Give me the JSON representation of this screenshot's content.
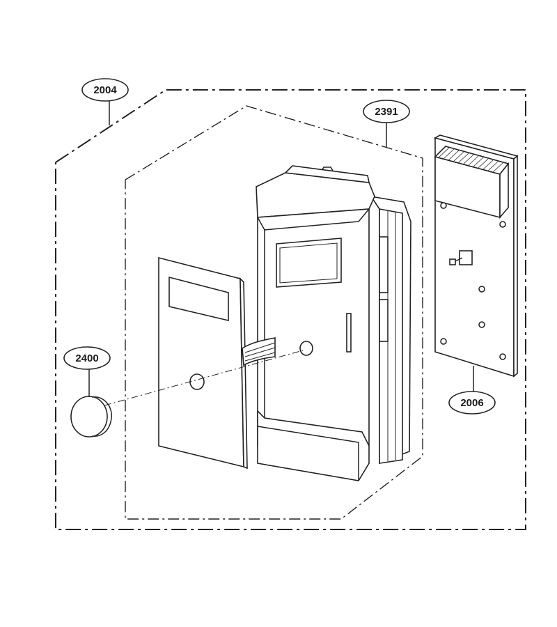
{
  "callouts": {
    "assembly": "2004",
    "control_frame": "2391",
    "knob": "2400",
    "pcb": "2006"
  },
  "colors": {
    "line": "#222222",
    "background": "#ffffff"
  }
}
